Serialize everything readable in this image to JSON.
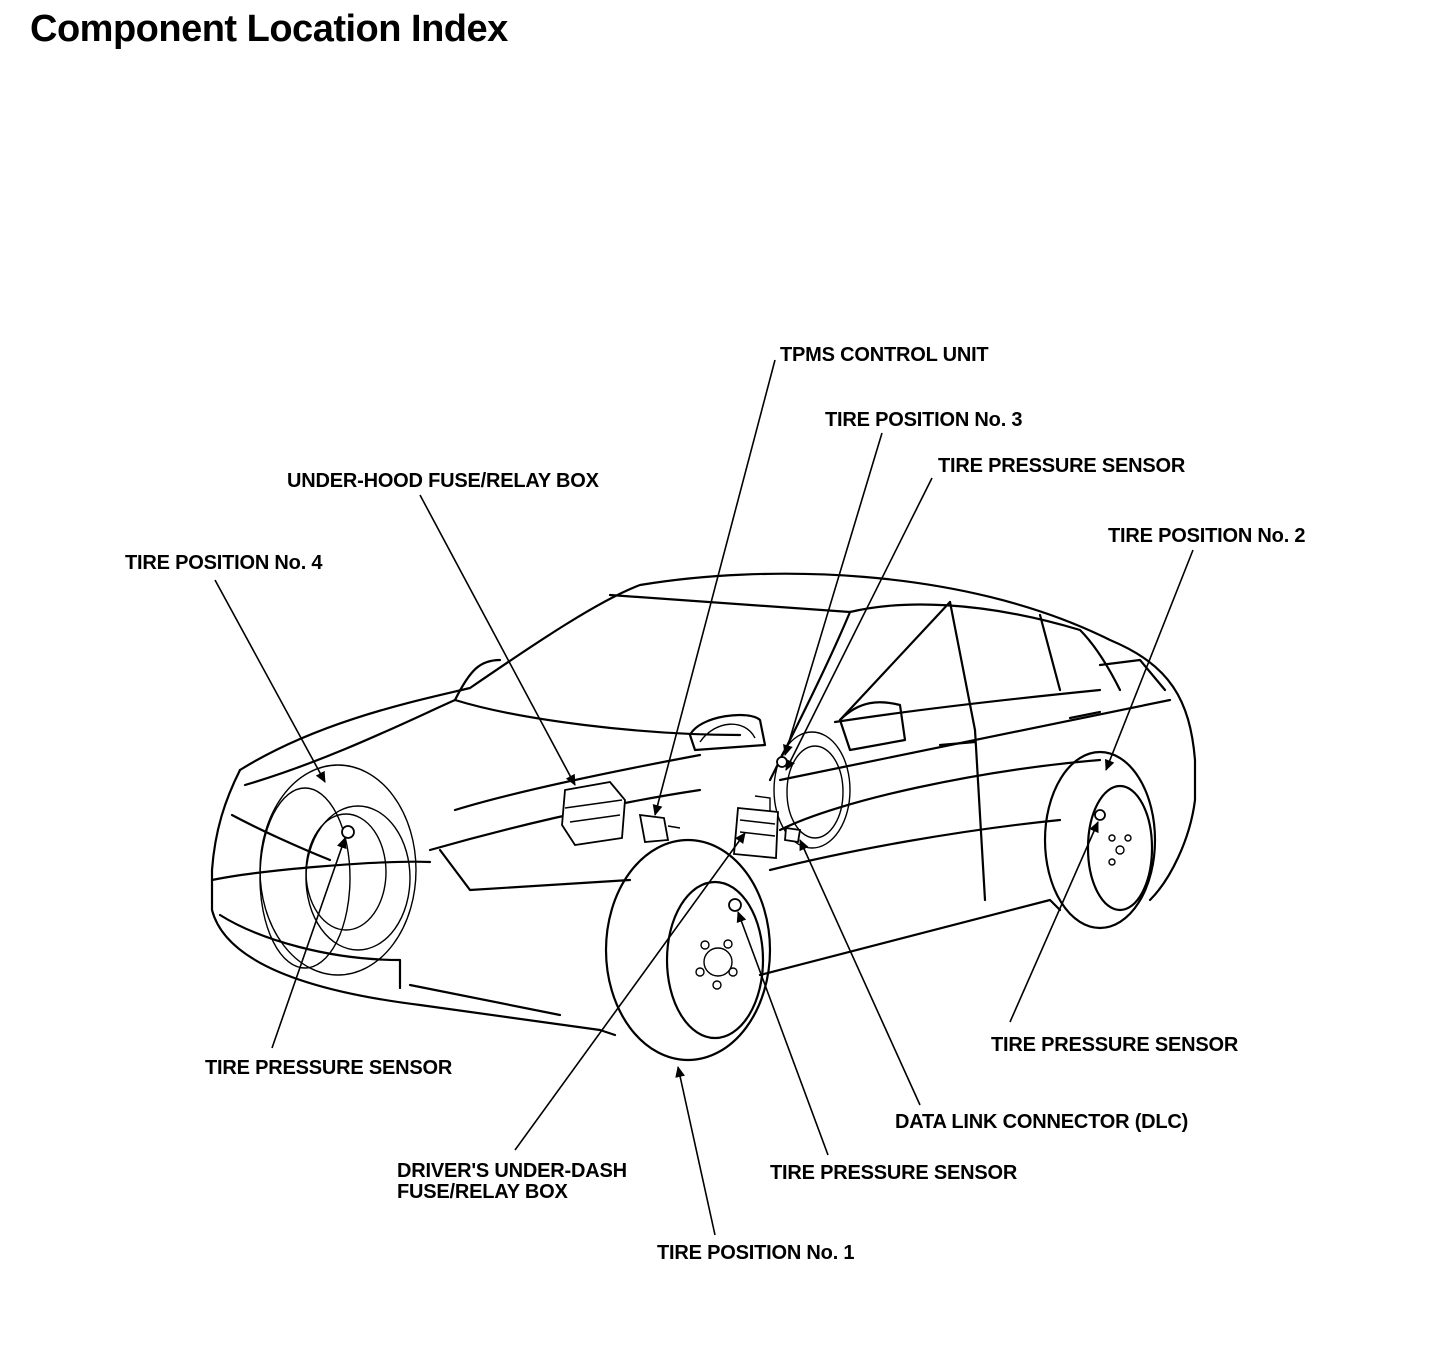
{
  "title": "Component Location Index",
  "labels": {
    "tpms_control_unit": "TPMS CONTROL UNIT",
    "tire_position_3": "TIRE POSITION No. 3",
    "tire_pressure_sensor_rear_left": "TIRE PRESSURE SENSOR",
    "under_hood_fuse_box": "UNDER-HOOD FUSE/RELAY BOX",
    "tire_position_2": "TIRE POSITION No. 2",
    "tire_position_4": "TIRE POSITION No. 4",
    "tire_pressure_sensor_rear_right": "TIRE PRESSURE SENSOR",
    "tire_pressure_sensor_front_right": "TIRE PRESSURE SENSOR",
    "data_link_connector": "DATA LINK CONNECTOR (DLC)",
    "drivers_under_dash_line1": "DRIVER'S UNDER-DASH",
    "drivers_under_dash_line2": "FUSE/RELAY BOX",
    "tire_pressure_sensor_front_left": "TIRE PRESSURE SENSOR",
    "tire_position_1": "TIRE POSITION No. 1"
  }
}
